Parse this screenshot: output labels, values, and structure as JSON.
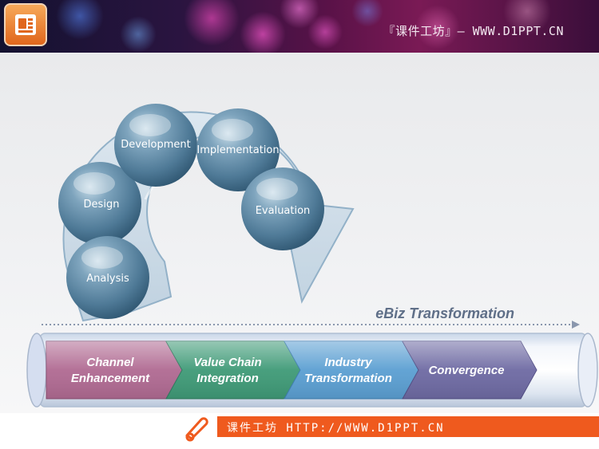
{
  "header": {
    "site_title": "『课件工坊』— WWW.D1PPT.CN"
  },
  "cycle": {
    "stages": [
      "Development",
      "Implementation",
      "Design",
      "Evaluation",
      "Analysis"
    ]
  },
  "pipeline": {
    "title": "eBiz Transformation",
    "steps": [
      {
        "line1": "Channel",
        "line2": "Enhancement",
        "color": "#b06a92"
      },
      {
        "line1": "Value Chain",
        "line2": "Integration",
        "color": "#3f9a77"
      },
      {
        "line1": "Industry",
        "line2": "Transformation",
        "color": "#5b9fd2"
      },
      {
        "line1": "Convergence",
        "line2": "",
        "color": "#6e6aa3"
      }
    ]
  },
  "footer": {
    "text": "课件工坊 HTTP://WWW.D1PPT.CN"
  }
}
